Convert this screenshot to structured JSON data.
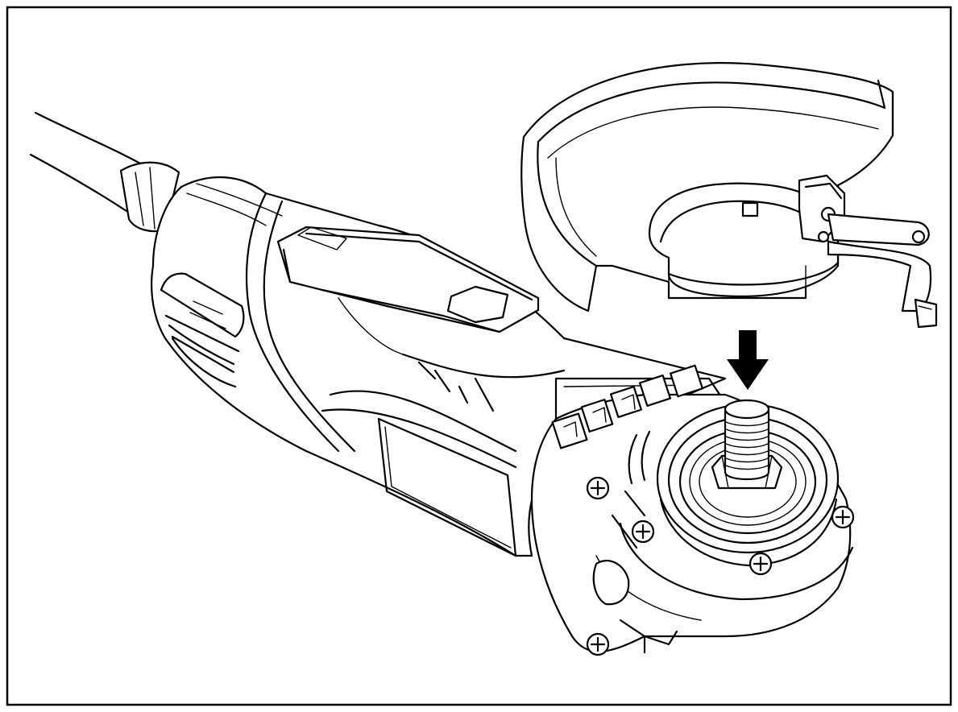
{
  "figure": {
    "frame_color": "#000000",
    "background_color": "#ffffff",
    "line_color": "#000000",
    "components": [
      "power-cord",
      "grinder-body",
      "switch-button",
      "gear-head",
      "spindle",
      "guard-cover",
      "clamp-lever",
      "screw",
      "direction-arrow-icon"
    ]
  }
}
